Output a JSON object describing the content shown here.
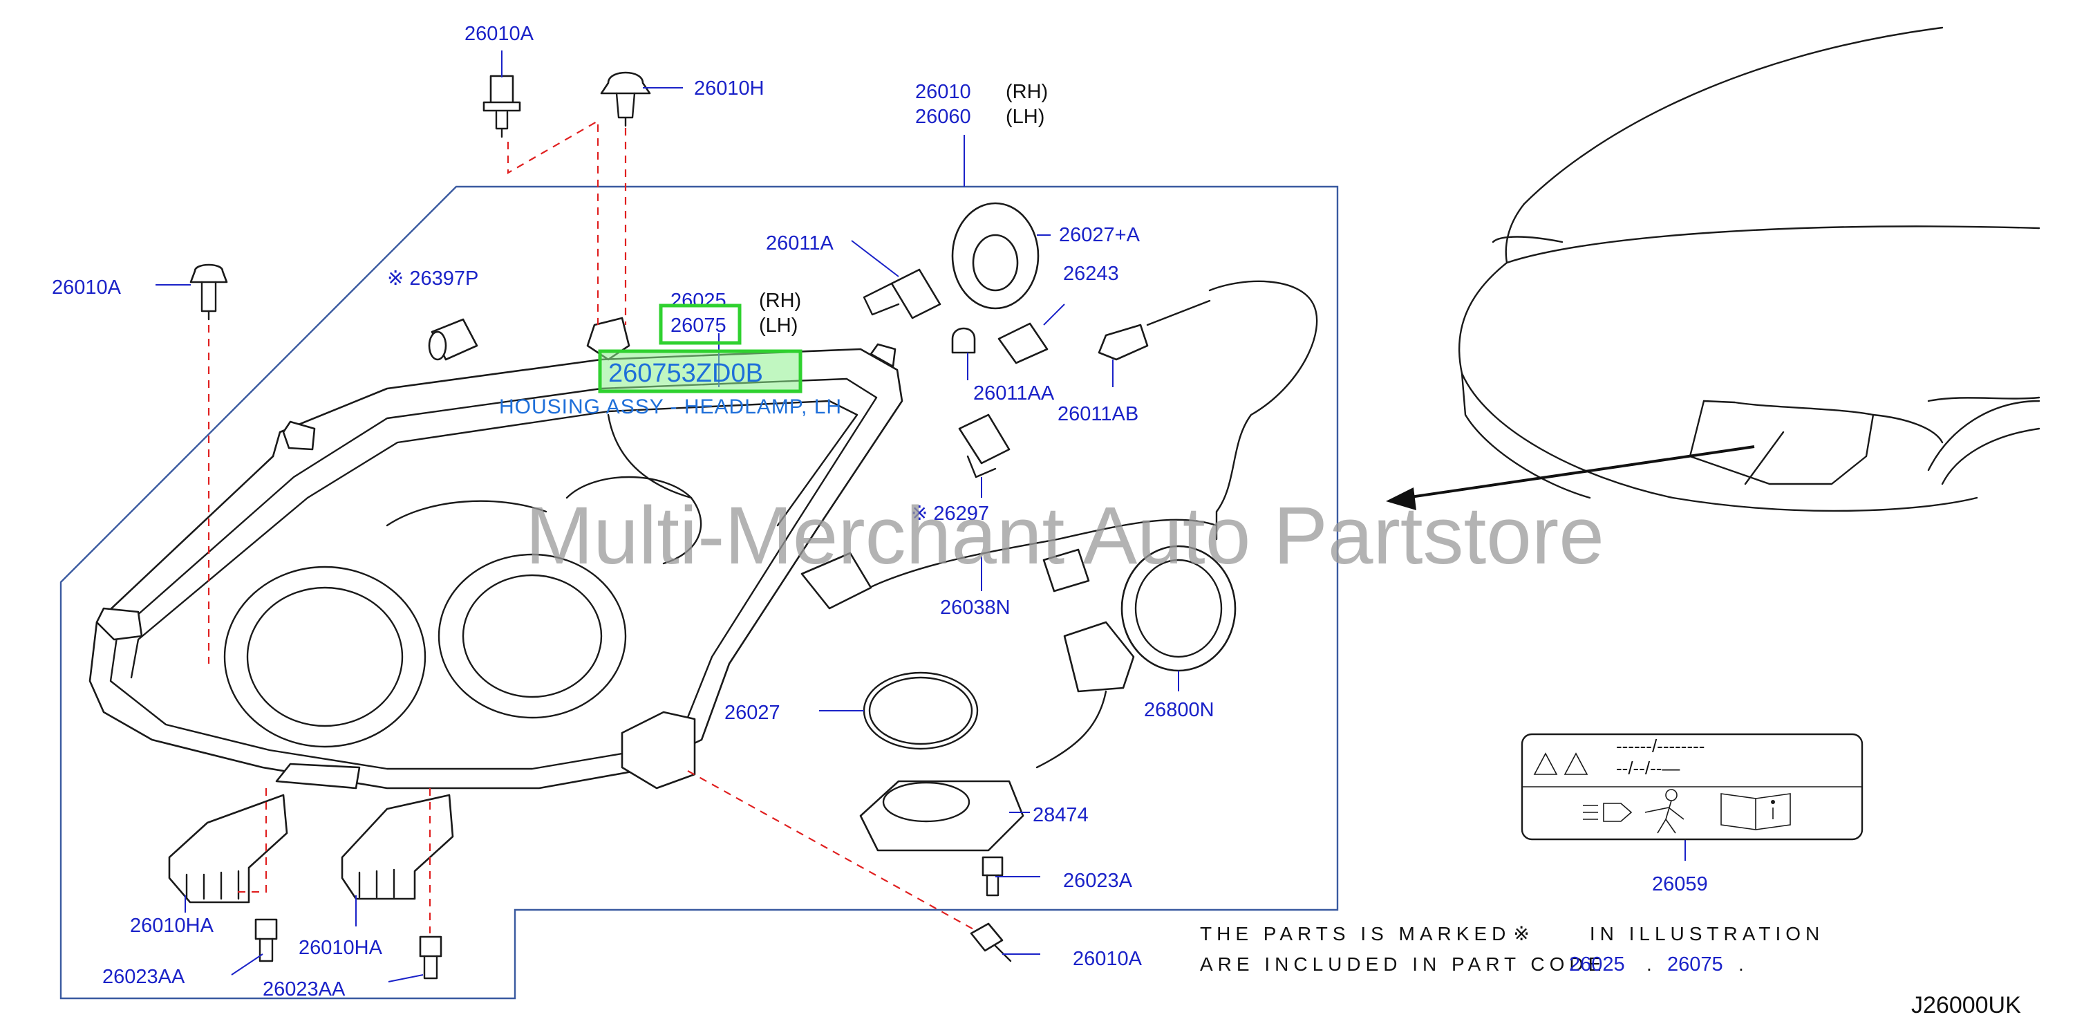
{
  "drawing_code": "J26000UK",
  "watermark": "Multi-Merchant Auto Partstore",
  "highlight": {
    "part_number": "260753ZD0B",
    "description": "HOUSING ASSY - HEADLAMP, LH"
  },
  "footnote": {
    "line1_a": "THE PARTS IS MARKED",
    "marker": "※",
    "line1_b": "IN ILLUSTRATION",
    "line2_a": "ARE INCLUDED IN PART CODE",
    "code_a": "26025",
    "separator": ".",
    "code_b": "26075",
    "end": "."
  },
  "sides": {
    "rh": "(RH)",
    "lh": "(LH)"
  },
  "labels": {
    "p26010A_top": "26010A",
    "p26010H": "26010H",
    "p26010": "26010",
    "p26060": "26060",
    "p26011A": "26011A",
    "p26027A": "26027+A",
    "p26010A_left": "26010A",
    "p26397P": "※ 26397P",
    "p26025": "26025",
    "p26075": "26075",
    "p26243": "26243",
    "p26011AA": "26011AA",
    "p26011AB": "26011AB",
    "p26297": "※ 26297",
    "p26038N": "26038N",
    "p26800N": "26800N",
    "p26027": "26027",
    "p28474": "28474",
    "p26023A": "26023A",
    "p26010A_bottom": "26010A",
    "p26010HA_1": "26010HA",
    "p26010HA_2": "26010HA",
    "p26023AA_1": "26023AA",
    "p26023AA_2": "26023AA",
    "p26059": "26059"
  },
  "warning_label": {
    "row1": "------/--------",
    "row2": "--/--/--—"
  }
}
